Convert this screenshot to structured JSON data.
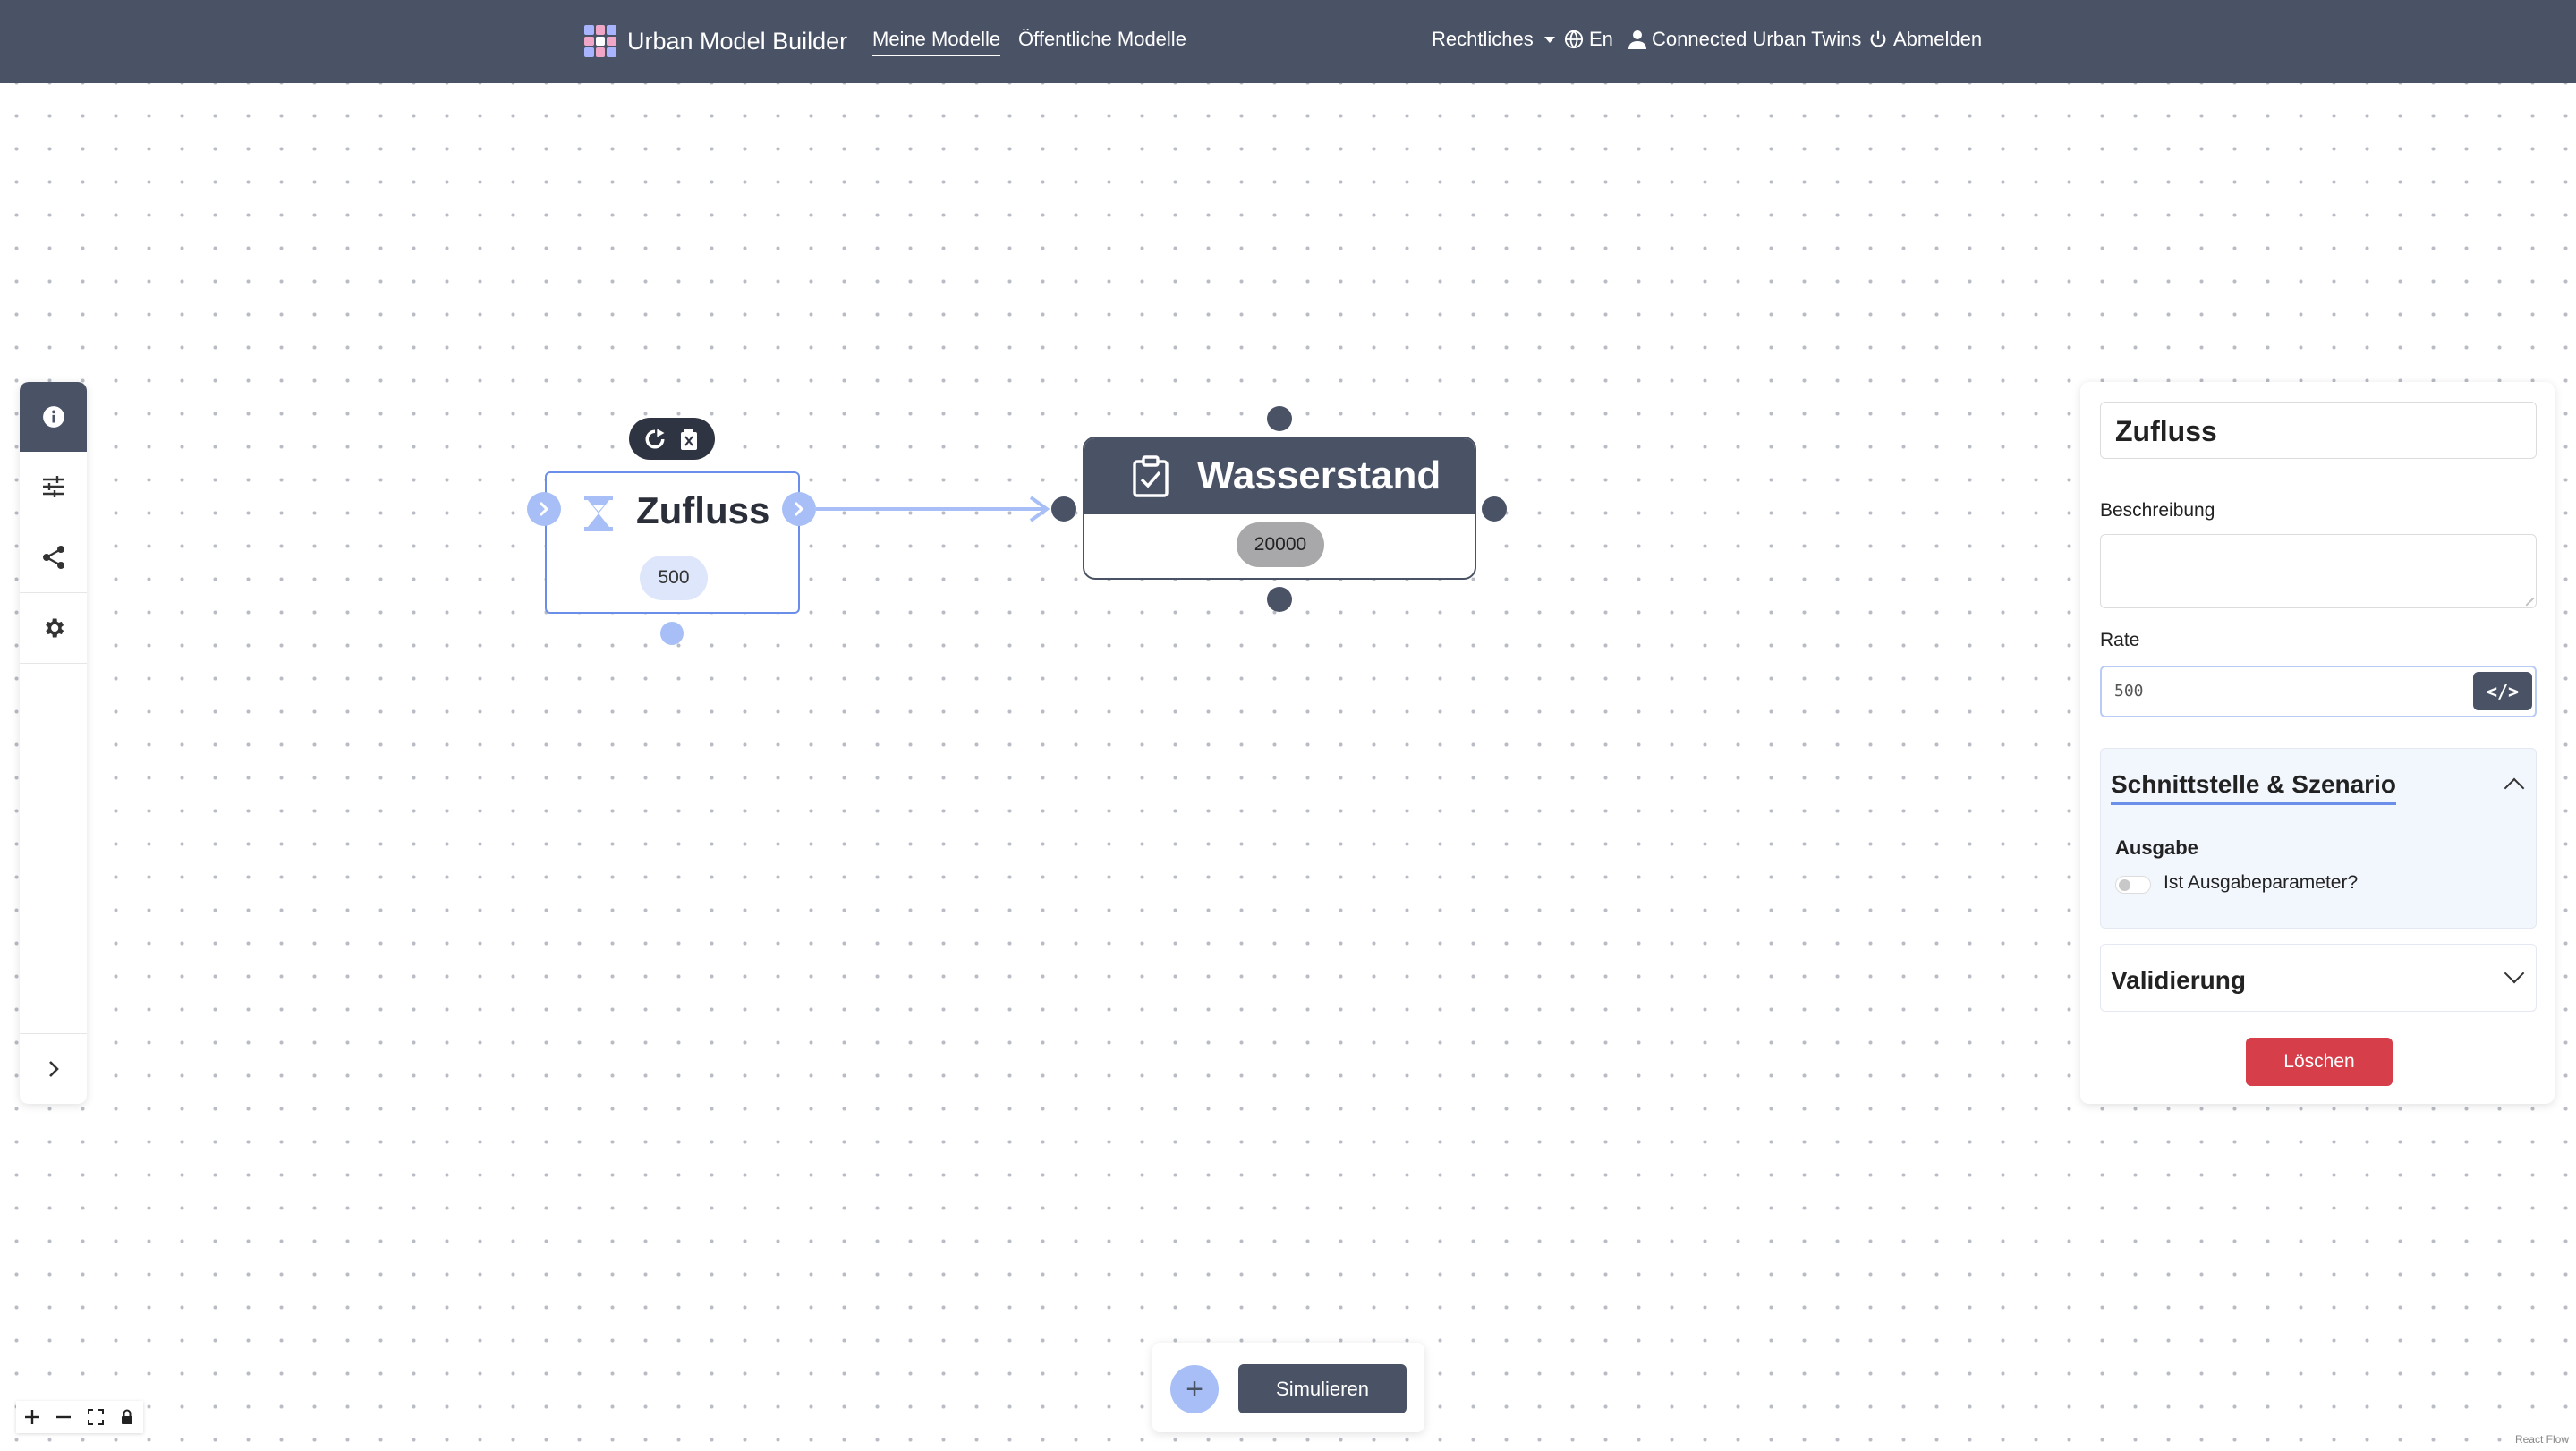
{
  "navbar": {
    "brand": "Urban Model Builder",
    "links": [
      {
        "label": "Meine Modelle",
        "active": true
      },
      {
        "label": "Öffentliche Modelle",
        "active": false
      }
    ],
    "right": {
      "legal": "Rechtliches",
      "language": "En",
      "account": "Connected Urban Twins",
      "logout": "Abmelden"
    }
  },
  "left_toolbar": {
    "items": [
      {
        "icon": "info-icon",
        "active": true
      },
      {
        "icon": "sliders-icon"
      },
      {
        "icon": "share-icon"
      },
      {
        "icon": "gear-icon"
      }
    ],
    "expand_icon": "chevron-right-icon"
  },
  "canvas": {
    "nodes": [
      {
        "id": "zufluss",
        "title": "Zufluss",
        "value": "500",
        "type": "flow",
        "icon": "hourglass-icon",
        "selected": true
      },
      {
        "id": "wasserstand",
        "title": "Wasserstand",
        "value": "20000",
        "type": "stock",
        "icon": "clipboard-check-icon"
      }
    ],
    "edges": [
      {
        "from": "zufluss",
        "to": "wasserstand"
      }
    ],
    "node_toolbar": {
      "icons": [
        "duplicate-icon",
        "trash-icon"
      ]
    }
  },
  "properties_panel": {
    "name": "Zufluss",
    "description_label": "Beschreibung",
    "description_value": "",
    "rate_label": "Rate",
    "rate_value": "500",
    "code_button": "</>",
    "section_interface": {
      "title": "Schnittstelle & Szenario",
      "expanded": true,
      "output_label": "Ausgabe",
      "output_toggle_label": "Ist Ausgabeparameter?",
      "output_toggle_on": false
    },
    "section_validation": {
      "title": "Validierung",
      "expanded": false
    },
    "delete_label": "Löschen"
  },
  "bottom_bar": {
    "add_label": "+",
    "simulate_label": "Simulieren"
  },
  "zoom_controls": [
    "zoom-in-icon",
    "zoom-out-icon",
    "fit-view-icon",
    "lock-icon"
  ],
  "attribution": "React Flow",
  "colors": {
    "navbar": "#4a5266",
    "accent_blue": "#6b8fe8",
    "handle_blue": "#a7bff6",
    "danger": "#d63e49"
  }
}
